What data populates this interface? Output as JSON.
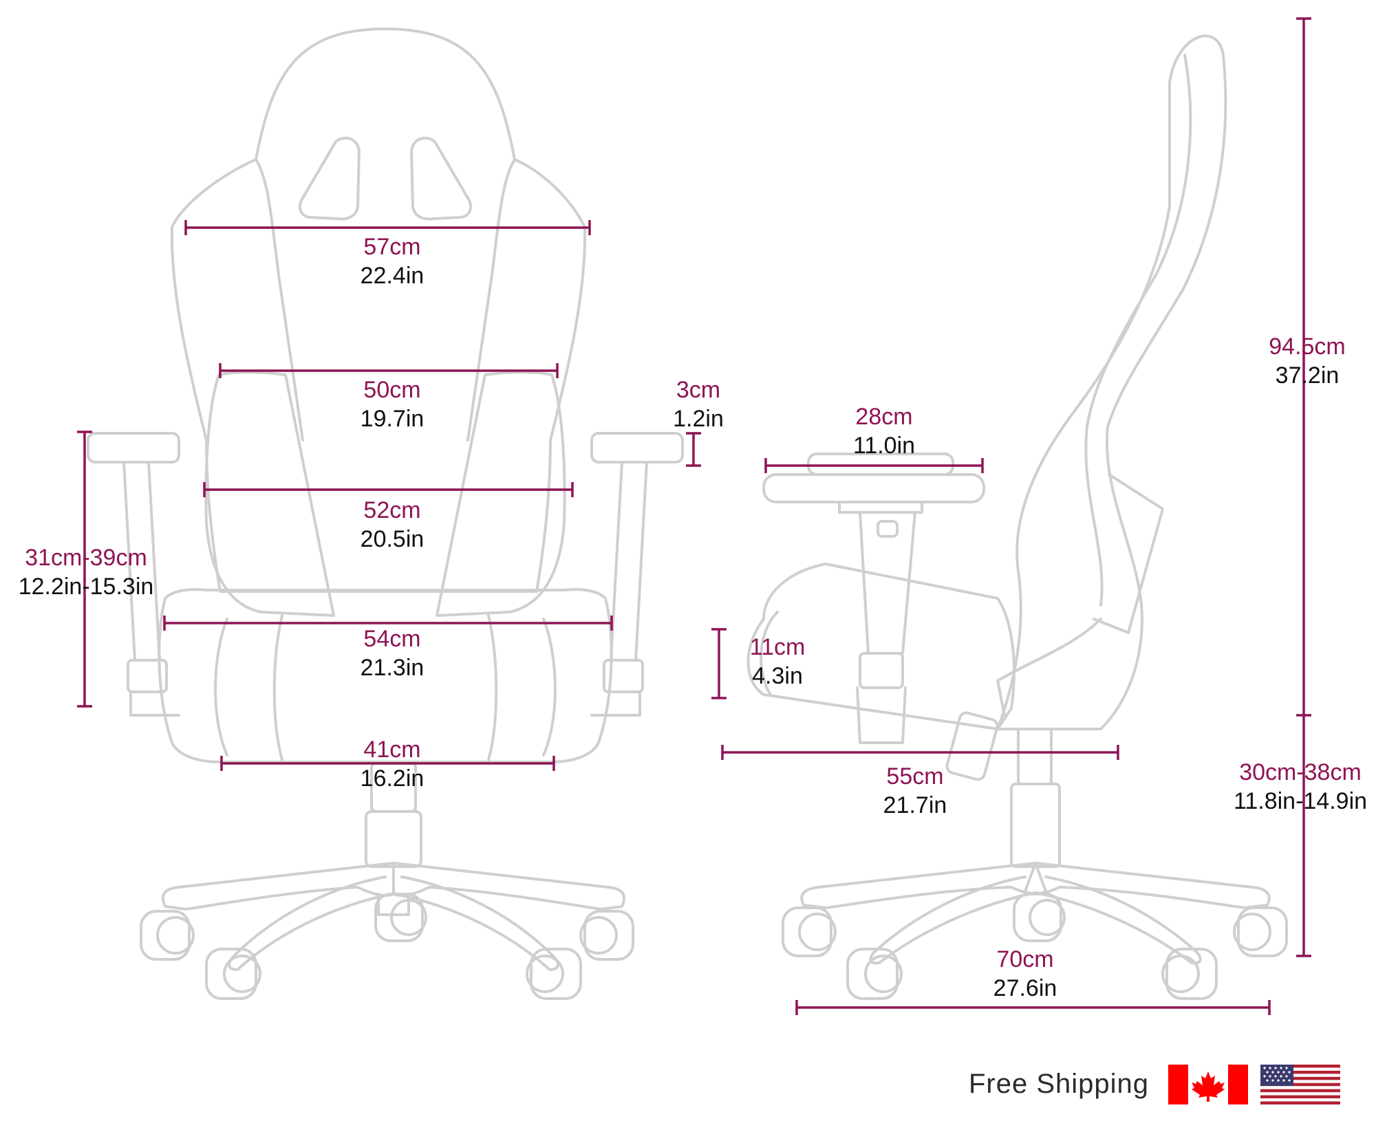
{
  "colors": {
    "dimension": "#8e1454",
    "outline": "#cfcfcf",
    "text": "#111111",
    "canada_red": "#ff0000",
    "usa_red": "#b22234",
    "usa_blue": "#3c3b6e"
  },
  "dimensions": {
    "backrest_top_width": {
      "cm": "57cm",
      "in": "22.4in"
    },
    "backrest_mid_width": {
      "cm": "50cm",
      "in": "19.7in"
    },
    "backrest_lower_width": {
      "cm": "52cm",
      "in": "20.5in"
    },
    "seat_width": {
      "cm": "54cm",
      "in": "21.3in"
    },
    "seat_inner_width": {
      "cm": "41cm",
      "in": "16.2in"
    },
    "armrest_thickness": {
      "cm": "3cm",
      "in": "1.2in"
    },
    "armrest_height": {
      "cm": "31cm-39cm",
      "in": "12.2in-15.3in"
    },
    "armrest_length": {
      "cm": "28cm",
      "in": "11.0in"
    },
    "seat_cushion_thickness": {
      "cm": "11cm",
      "in": "4.3in"
    },
    "seat_depth": {
      "cm": "55cm",
      "in": "21.7in"
    },
    "backrest_height": {
      "cm": "94.5cm",
      "in": "37.2in"
    },
    "seat_height": {
      "cm": "30cm-38cm",
      "in": "11.8in-14.9in"
    },
    "base_diameter": {
      "cm": "70cm",
      "in": "27.6in"
    }
  },
  "footer": {
    "shipping_text": "Free Shipping",
    "flag_1_icon": "canada-flag-icon",
    "flag_2_icon": "usa-flag-icon"
  }
}
